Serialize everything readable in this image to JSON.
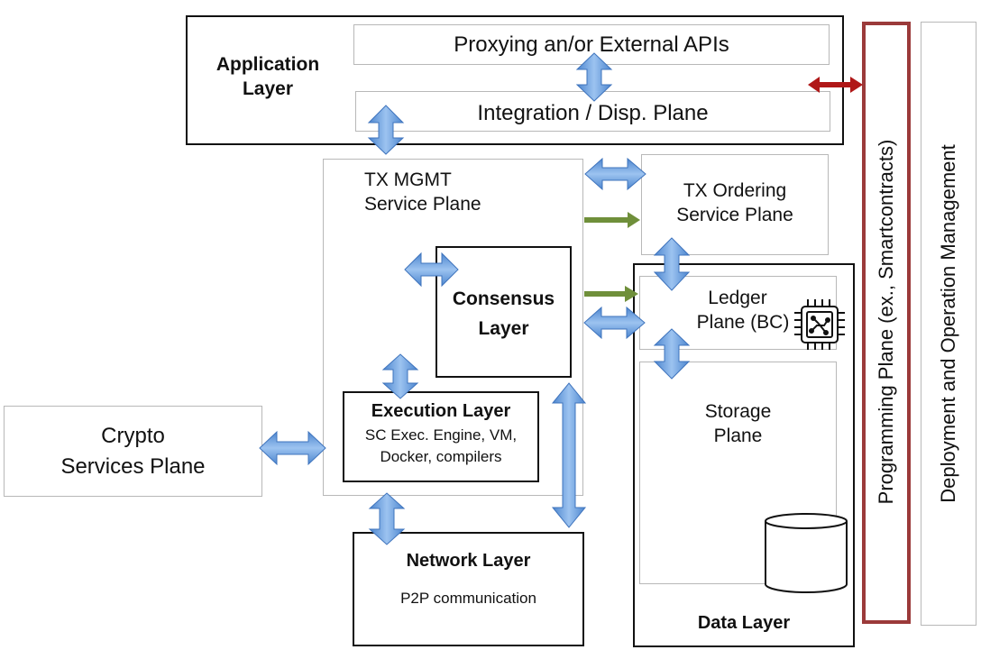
{
  "application_layer": {
    "label": "Application Layer",
    "proxy_plane": "Proxying an/or External APIs",
    "integration_plane": "Integration / Disp. Plane"
  },
  "tx_mgmt": {
    "label_line1": "TX MGMT",
    "label_line2": "Service Plane"
  },
  "tx_ordering": {
    "label_line1": "TX Ordering",
    "label_line2": "Service Plane"
  },
  "consensus": {
    "label_line1": "Consensus",
    "label_line2": "Layer"
  },
  "execution": {
    "title": "Execution Layer",
    "line1": "SC Exec. Engine, VM,",
    "line2": "Docker, compilers"
  },
  "network": {
    "title": "Network Layer",
    "subtitle": "P2P communication"
  },
  "crypto": {
    "label_line1": "Crypto",
    "label_line2": "Services Plane"
  },
  "data_layer": {
    "title": "Data Layer",
    "ledger_line1": "Ledger",
    "ledger_line2": "Plane (BC)",
    "storage_line1": "Storage",
    "storage_line2": "Plane",
    "chip_icon": "processor-chip-icon",
    "db_icon": "database-cylinder-icon"
  },
  "side_planes": {
    "programming": "Programming Plane (ex., Smartcontracts)",
    "deployment": "Deployment and Operation Management"
  },
  "colors": {
    "blue_arrow": "#6fa3de",
    "green_arrow": "#6f8f3a",
    "red_arrow": "#b01818",
    "programming_border": "#9b3a3a"
  }
}
